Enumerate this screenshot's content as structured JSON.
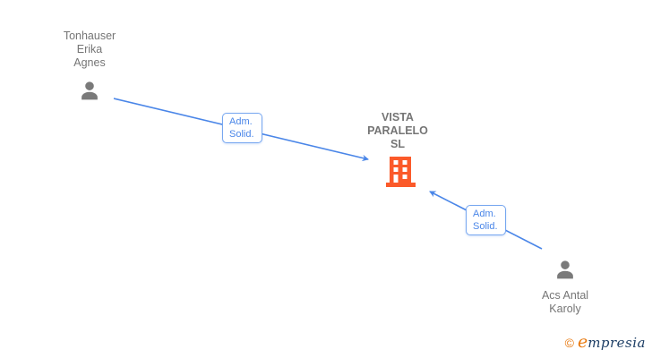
{
  "colors": {
    "node_label": "#757575",
    "person_icon": "#7a7a7a",
    "company_icon": "#fb5a2a",
    "edge": "#4a86e8",
    "edge_box_border": "#77a7f0",
    "brand_orange": "#e8790f",
    "brand_navy": "#1e3f66"
  },
  "nodes": {
    "person1": {
      "type": "person",
      "line1": "Tonhauser",
      "line2": "Erika",
      "line3": "Agnes"
    },
    "company": {
      "type": "company",
      "line1": "VISTA",
      "line2": "PARALELO",
      "line3": "SL"
    },
    "person2": {
      "type": "person",
      "line1": "Acs Antal",
      "line2": "Karoly"
    }
  },
  "edges": {
    "edge1": {
      "from": "Tonhauser Erika Agnes",
      "to": "VISTA PARALELO SL",
      "line1": "Adm.",
      "line2": "Solid."
    },
    "edge2": {
      "from": "Acs Antal Karoly",
      "to": "VISTA PARALELO SL",
      "line1": "Adm.",
      "line2": "Solid."
    }
  },
  "branding": {
    "copyright": "©",
    "name_initial": "e",
    "name_rest": "mpresia"
  }
}
